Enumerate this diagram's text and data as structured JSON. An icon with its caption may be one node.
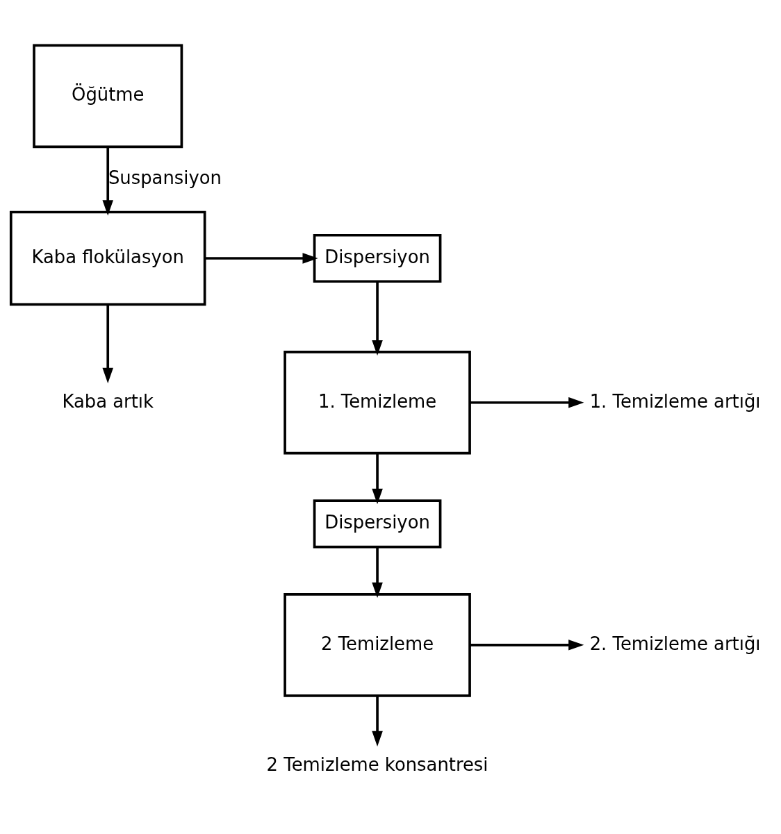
{
  "diagram": {
    "nodes": [
      {
        "text": [
          "Öğütme"
        ]
      },
      {
        "text": [
          "Kaba flokülasyon"
        ]
      },
      {
        "text": [
          "Dispersiyon"
        ]
      },
      {
        "text": [
          "Kaba artık"
        ]
      },
      {
        "text": [
          "1. Temizleme"
        ]
      },
      {
        "text": [
          "1. Temizleme artığı"
        ]
      },
      {
        "text": [
          "Dispersiyon"
        ]
      },
      {
        "text": [
          "2 Temizleme"
        ]
      },
      {
        "text": [
          "2. Temizleme artığı"
        ]
      },
      {
        "text": [
          "2 Temizleme konsantresi"
        ]
      }
    ],
    "edges": [
      {
        "from": 0,
        "to": 1,
        "arrow": "to",
        "label": "Suspansiyon"
      },
      {
        "from": 1,
        "to": 2,
        "arrow": "to"
      },
      {
        "from": 1,
        "to": 3,
        "arrow": "to"
      },
      {
        "from": 2,
        "to": 4,
        "arrow": "to"
      },
      {
        "from": 4,
        "to": 5,
        "arrow": "to"
      },
      {
        "from": 4,
        "to": 6,
        "arrow": "to"
      },
      {
        "from": 6,
        "to": 7,
        "arrow": "to"
      },
      {
        "from": 7,
        "to": 8,
        "arrow": "to"
      },
      {
        "from": 7,
        "to": 9,
        "arrow": "to"
      }
    ]
  }
}
